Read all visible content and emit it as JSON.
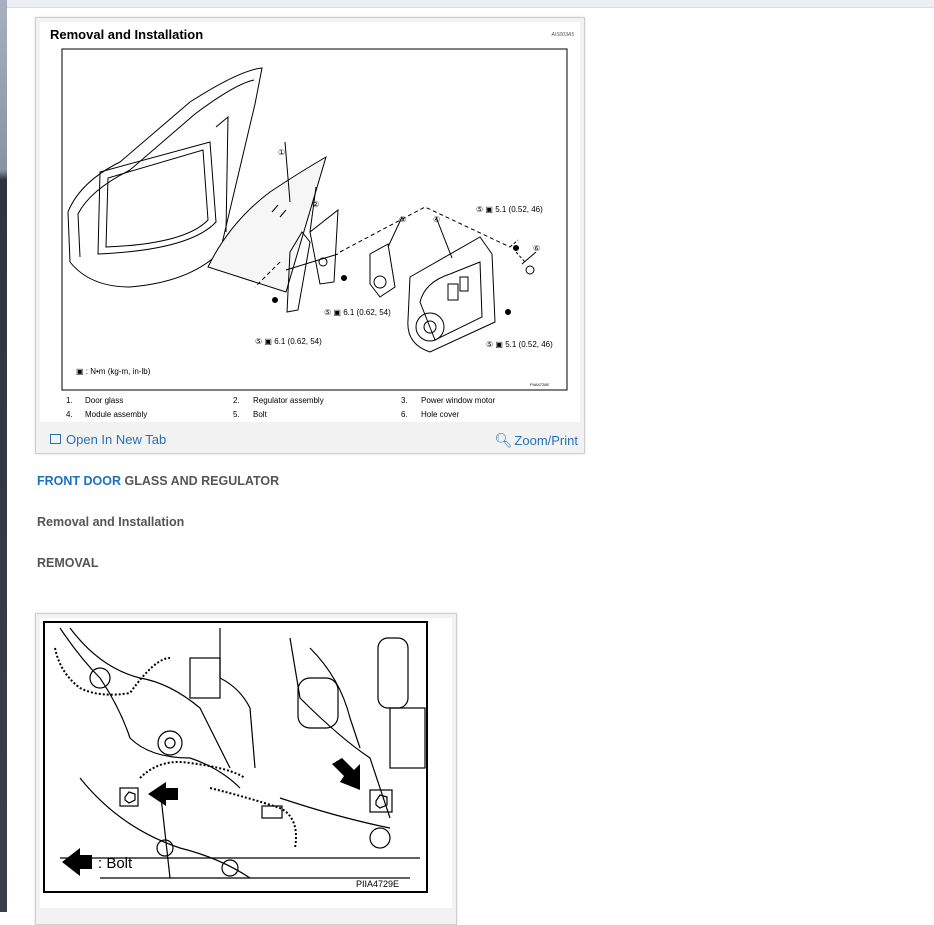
{
  "figure1": {
    "title": "Removal and Installation",
    "code": "AIS003A5",
    "image_id": "PIIA4728E",
    "callouts": [
      "①",
      "②",
      "③",
      "④",
      "⑥"
    ],
    "torques": [
      "5.1 (0.52, 46)",
      "6.1 (0.62, 54)",
      "6.1 (0.62, 54)",
      "5.1 (0.52, 46)"
    ],
    "torque_legend": ": N•m (kg-m, in-lb)",
    "parts": [
      {
        "num": "1.",
        "name": "Door glass"
      },
      {
        "num": "2.",
        "name": "Regulator assembly"
      },
      {
        "num": "3.",
        "name": "Power window  motor"
      },
      {
        "num": "4.",
        "name": "Module assembly"
      },
      {
        "num": "5.",
        "name": "Bolt"
      },
      {
        "num": "6.",
        "name": "Hole cover"
      }
    ],
    "open_tab_label": "Open In New Tab",
    "zoom_label": "Zoom/Print"
  },
  "section": {
    "link_text": "FRONT DOOR",
    "rest_text": "GLASS AND REGULATOR",
    "subtitle": "Removal and Installation",
    "step": "REMOVAL"
  },
  "figure2": {
    "bolt_label": ": Bolt",
    "image_id": "PIIA4729E"
  },
  "colors": {
    "link": "#1f6fbf",
    "footer_link": "#2a6fb6"
  }
}
